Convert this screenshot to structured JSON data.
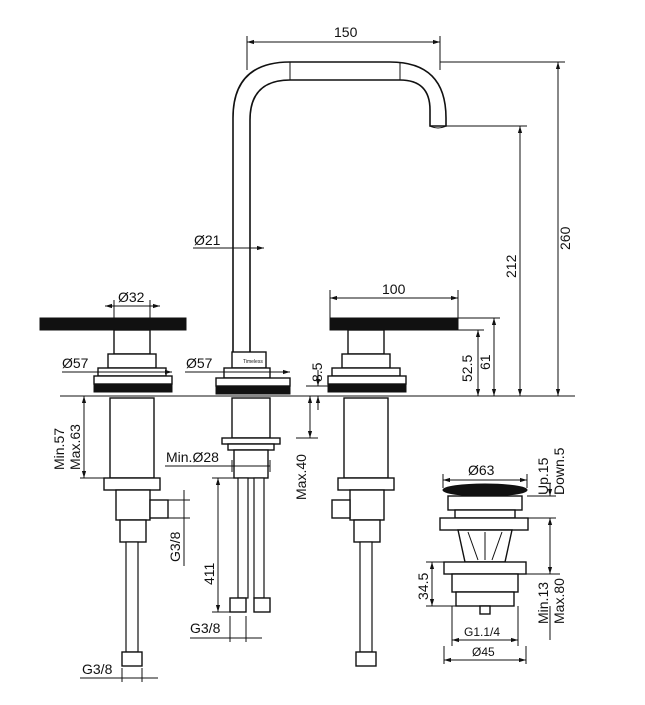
{
  "dimensions": {
    "spout_reach": "150",
    "total_height": "260",
    "spout_height": "212",
    "spout_diameter": "Ø21",
    "handle_diameter": "Ø32",
    "rosette_left": "Ø57",
    "rosette_center": "Ø57",
    "handle_reach": "100",
    "handle_small_height": "52.5",
    "handle_height": "61",
    "collar_height": "8.5",
    "deck_thickness_min": "Min.57",
    "deck_thickness_max": "Max.63",
    "min_hole": "Min.Ø28",
    "max_deck": "Max.40",
    "hose_length": "411",
    "thread_left": "G3/8",
    "thread_center": "G3/8",
    "thread_bottom_left": "G3/8",
    "waste_top_diameter": "Ø63",
    "waste_up": "Up.15",
    "waste_down": "Down.5",
    "waste_height": "34.5",
    "waste_min": "Min.13",
    "waste_max": "Max.80",
    "waste_thread": "G1.1/4",
    "waste_bottom_diameter": "Ø45"
  }
}
